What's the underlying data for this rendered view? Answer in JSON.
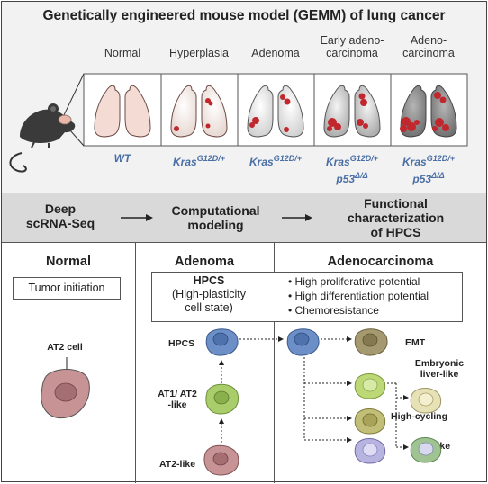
{
  "title": "Genetically engineered mouse model (GEMM) of lung cancer",
  "stages": [
    {
      "label": "Normal",
      "genotype": [
        "WT"
      ],
      "sup": [
        ""
      ]
    },
    {
      "label": "Hyperplasia",
      "genotype": [
        "Kras"
      ],
      "sup": [
        "G12D/+"
      ]
    },
    {
      "label": "Adenoma",
      "genotype": [
        "Kras"
      ],
      "sup": [
        "G12D/+"
      ]
    },
    {
      "label": "Early adeno-carcinoma",
      "label_lines": [
        "Early adeno-",
        "carcinoma"
      ],
      "genotype": [
        "Kras",
        "p53"
      ],
      "sup": [
        "G12D/+",
        "Δ/Δ"
      ]
    },
    {
      "label": "Adeno-carcinoma",
      "label_lines": [
        "Adeno-",
        "carcinoma"
      ],
      "genotype": [
        "Kras",
        "p53"
      ],
      "sup": [
        "G12D/+",
        "Δ/Δ"
      ]
    }
  ],
  "workflow": {
    "step1": [
      "Deep",
      "scRNA-Seq"
    ],
    "step2": [
      "Computational",
      "modeling"
    ],
    "step3": [
      "Functional",
      "characterization",
      "of HPCS"
    ]
  },
  "panels": {
    "normal": {
      "title": "Normal",
      "box": "Tumor initiation",
      "cell": "AT2 cell"
    },
    "adenoma": {
      "title": "Adenoma",
      "hpcs_box": [
        "HPCS",
        "(High-plasticity",
        "cell state)"
      ],
      "cells": {
        "hpcs": "HPCS",
        "at1at2": [
          "AT1/ AT2",
          "-like"
        ],
        "at2": "AT2-like"
      }
    },
    "adenocarcinoma": {
      "title": "Adenocarcinoma",
      "bullets": [
        "High proliferative potential",
        "High differentiation potential",
        "Chemoresistance"
      ],
      "fates": {
        "emt": "EMT",
        "liver": [
          "Embryonic",
          "liver-like"
        ],
        "cycling": "High-cycling",
        "gi": "GI-like"
      }
    }
  },
  "colors": {
    "header_bg": "#f2f2f2",
    "band_bg": "#d9d9d9",
    "genotype": "#4a6fa5",
    "tumor": "#c0282d",
    "hpcs_cell": "#6d8fc7",
    "at1at2_cell": "#a9cd6a",
    "at2_cell": "#c79395",
    "emt_cell": "#a59a6f",
    "liver_cell": "#bcd877",
    "cycling_cell": "#c2be78",
    "gi_cell": "#9fc392",
    "gi_nucleus": "#d8d8ee"
  }
}
